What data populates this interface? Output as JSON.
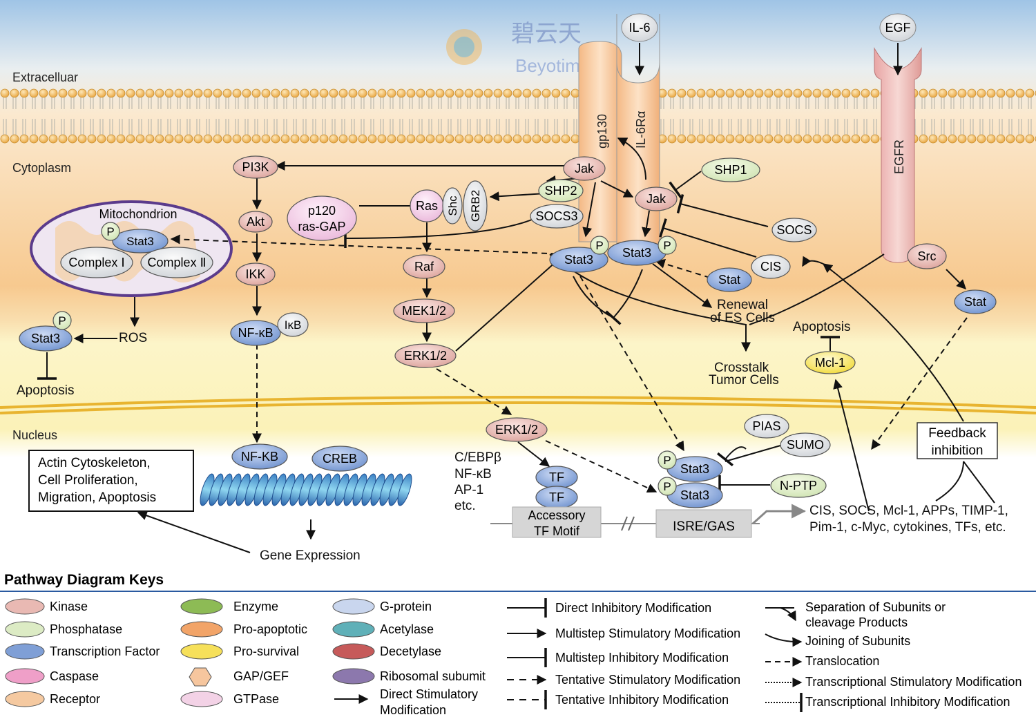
{
  "watermark": {
    "cn": "碧云天",
    "en": "Beyotime"
  },
  "regions": {
    "extracellular": "Extracelluar",
    "cytoplasm": "Cytoplasm",
    "nucleus": "Nucleus",
    "mitochondrion": "Mitochondrion"
  },
  "ligands": {
    "il6": "IL-6",
    "egf": "EGF"
  },
  "receptors": {
    "gp130": "gp130",
    "il6ra": "IL-6Rα",
    "egfr": "EGFR"
  },
  "nodes": {
    "pi3k": "PI3K",
    "akt": "Akt",
    "ikk": "IKK",
    "nfkb": "NF-κB",
    "ikb": "IκB",
    "jak1": "Jak",
    "jak2": "Jak",
    "shp1": "SHP1",
    "shp2": "SHP2",
    "socs3": "SOCS3",
    "ras": "Ras",
    "shc": "Shc",
    "grb2": "GRB2",
    "p120_line1": "p120",
    "p120_line2": "ras-GAP",
    "raf": "Raf",
    "mek": "MEK1/2",
    "erk": "ERK1/2",
    "erk_nuc": "ERK1/2",
    "stat3_a": "Stat3",
    "stat3_b": "Stat3",
    "stat3_mito": "Stat3",
    "stat3_left": "Stat3",
    "stat3_n1": "Stat3",
    "stat3_n2": "Stat3",
    "p": "P",
    "socs": "SOCS",
    "cis": "CIS",
    "stat_c": "Stat",
    "src": "Src",
    "stat_r": "Stat",
    "complex1": "Complex Ⅰ",
    "complex2": "Complex Ⅱ",
    "ros": "ROS",
    "apoptosis_left": "Apoptosis",
    "apoptosis_right": "Apoptosis",
    "mcl1": "Mcl-1",
    "renewal_1": "Renewal",
    "renewal_2": "of ES Cells",
    "crosstalk_1": "Crosstalk",
    "crosstalk_2": "Tumor Cells",
    "pias": "PIAS",
    "sumo": "SUMO",
    "nptp": "N-PTP",
    "nfkb_nuc": "NF-KB",
    "creb": "CREB",
    "tf": "TF",
    "tf_list": [
      "C/EBPβ",
      "NF-κB",
      "AP-1",
      "etc."
    ],
    "accessory_1": "Accessory",
    "accessory_2": "TF Motif",
    "isre": "ISRE/GAS",
    "outcome_box": [
      "Actin Cytoskeleton,",
      "Cell Proliferation,",
      "Migration,  Apoptosis"
    ],
    "gene_expression": "Gene Expression",
    "feedback_1": "Feedback",
    "feedback_2": "inhibition",
    "targets_1": "CIS, SOCS, Mcl-1, APPs, TIMP-1,",
    "targets_2": "Pim-1, c-Myc, cytokines, TFs, etc."
  },
  "legend": {
    "title": "Pathway Diagram Keys",
    "col1": [
      "Kinase",
      "Phosphatase",
      "Transcription  Factor",
      "Caspase",
      "Receptor"
    ],
    "col2": [
      "Enzyme",
      "Pro-apoptotic",
      "Pro-survival",
      "GAP/GEF",
      "GTPase"
    ],
    "col3": [
      "G-protein",
      "Acetylase",
      "Decetylase",
      "Ribosomal subumit"
    ],
    "col3_last": [
      "Direct Stimulatory",
      "Modification"
    ],
    "col4": [
      "Direct Inhibitory Modification",
      "Multistep Stimulatory Modification",
      "Multistep Inhibitory Modification",
      "Tentative Stimulatory Modification",
      "Tentative Inhibitory Modification"
    ],
    "col5_sep": [
      "Separation of Subunits or",
      "cleavage Products"
    ],
    "col5": [
      "Joining of Subunits",
      "Translocation",
      "Transcriptional Stimulatory Modification",
      "Transcriptional Inhibitory Modification"
    ]
  },
  "colors": {
    "kinase": "#e9b9b3",
    "phosphatase": "#dcebc4",
    "tf": "#7f9fd6",
    "caspase": "#ef9fc8",
    "receptor": "#f5c9a0",
    "enzyme": "#8dbb55",
    "proapoptotic": "#f2a468",
    "prosurvival": "#f6e05a",
    "gapgef": "#f6c69e",
    "gtpase": "#f3d2e6",
    "gprotein": "#c9d6ee",
    "acetylase": "#5fb0b8",
    "decetylase": "#c65a5a",
    "ribosomal": "#8c78ad",
    "membrane": "#f2b24a",
    "mito_border": "#5b3b8c"
  }
}
